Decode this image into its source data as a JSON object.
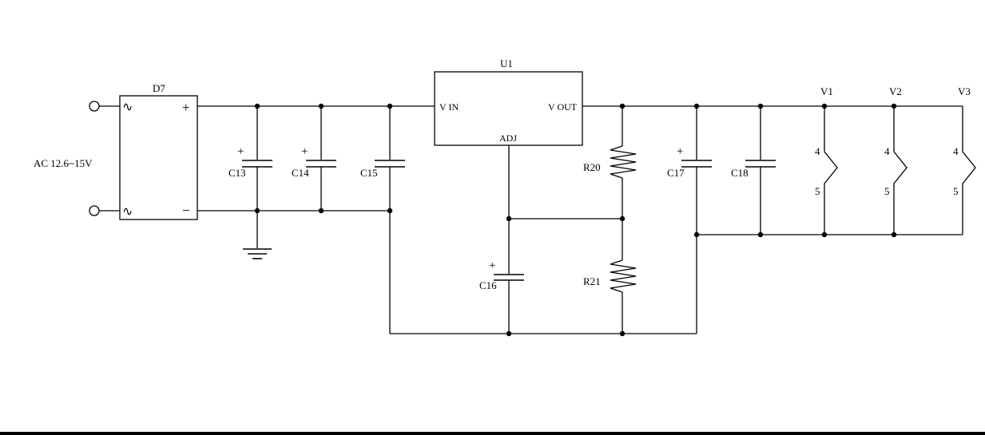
{
  "labels": {
    "input_voltage": "AC 12.6~15V",
    "rectifier": "D7",
    "rect_ac_top": "∿",
    "rect_ac_bottom": "∿",
    "rect_plus": "+",
    "rect_minus": "−",
    "regulator": "U1",
    "pin_vin": "V IN",
    "pin_vout": "V OUT",
    "pin_adj": "ADJ",
    "c13": "C13",
    "c14": "C14",
    "c15": "C15",
    "c16": "C16",
    "c17": "C17",
    "c18": "C18",
    "r20": "R20",
    "r21": "R21",
    "v1": "V1",
    "v2": "V2",
    "v3": "V3",
    "pin4": "4",
    "pin5": "5",
    "polarity_plus": "+"
  }
}
